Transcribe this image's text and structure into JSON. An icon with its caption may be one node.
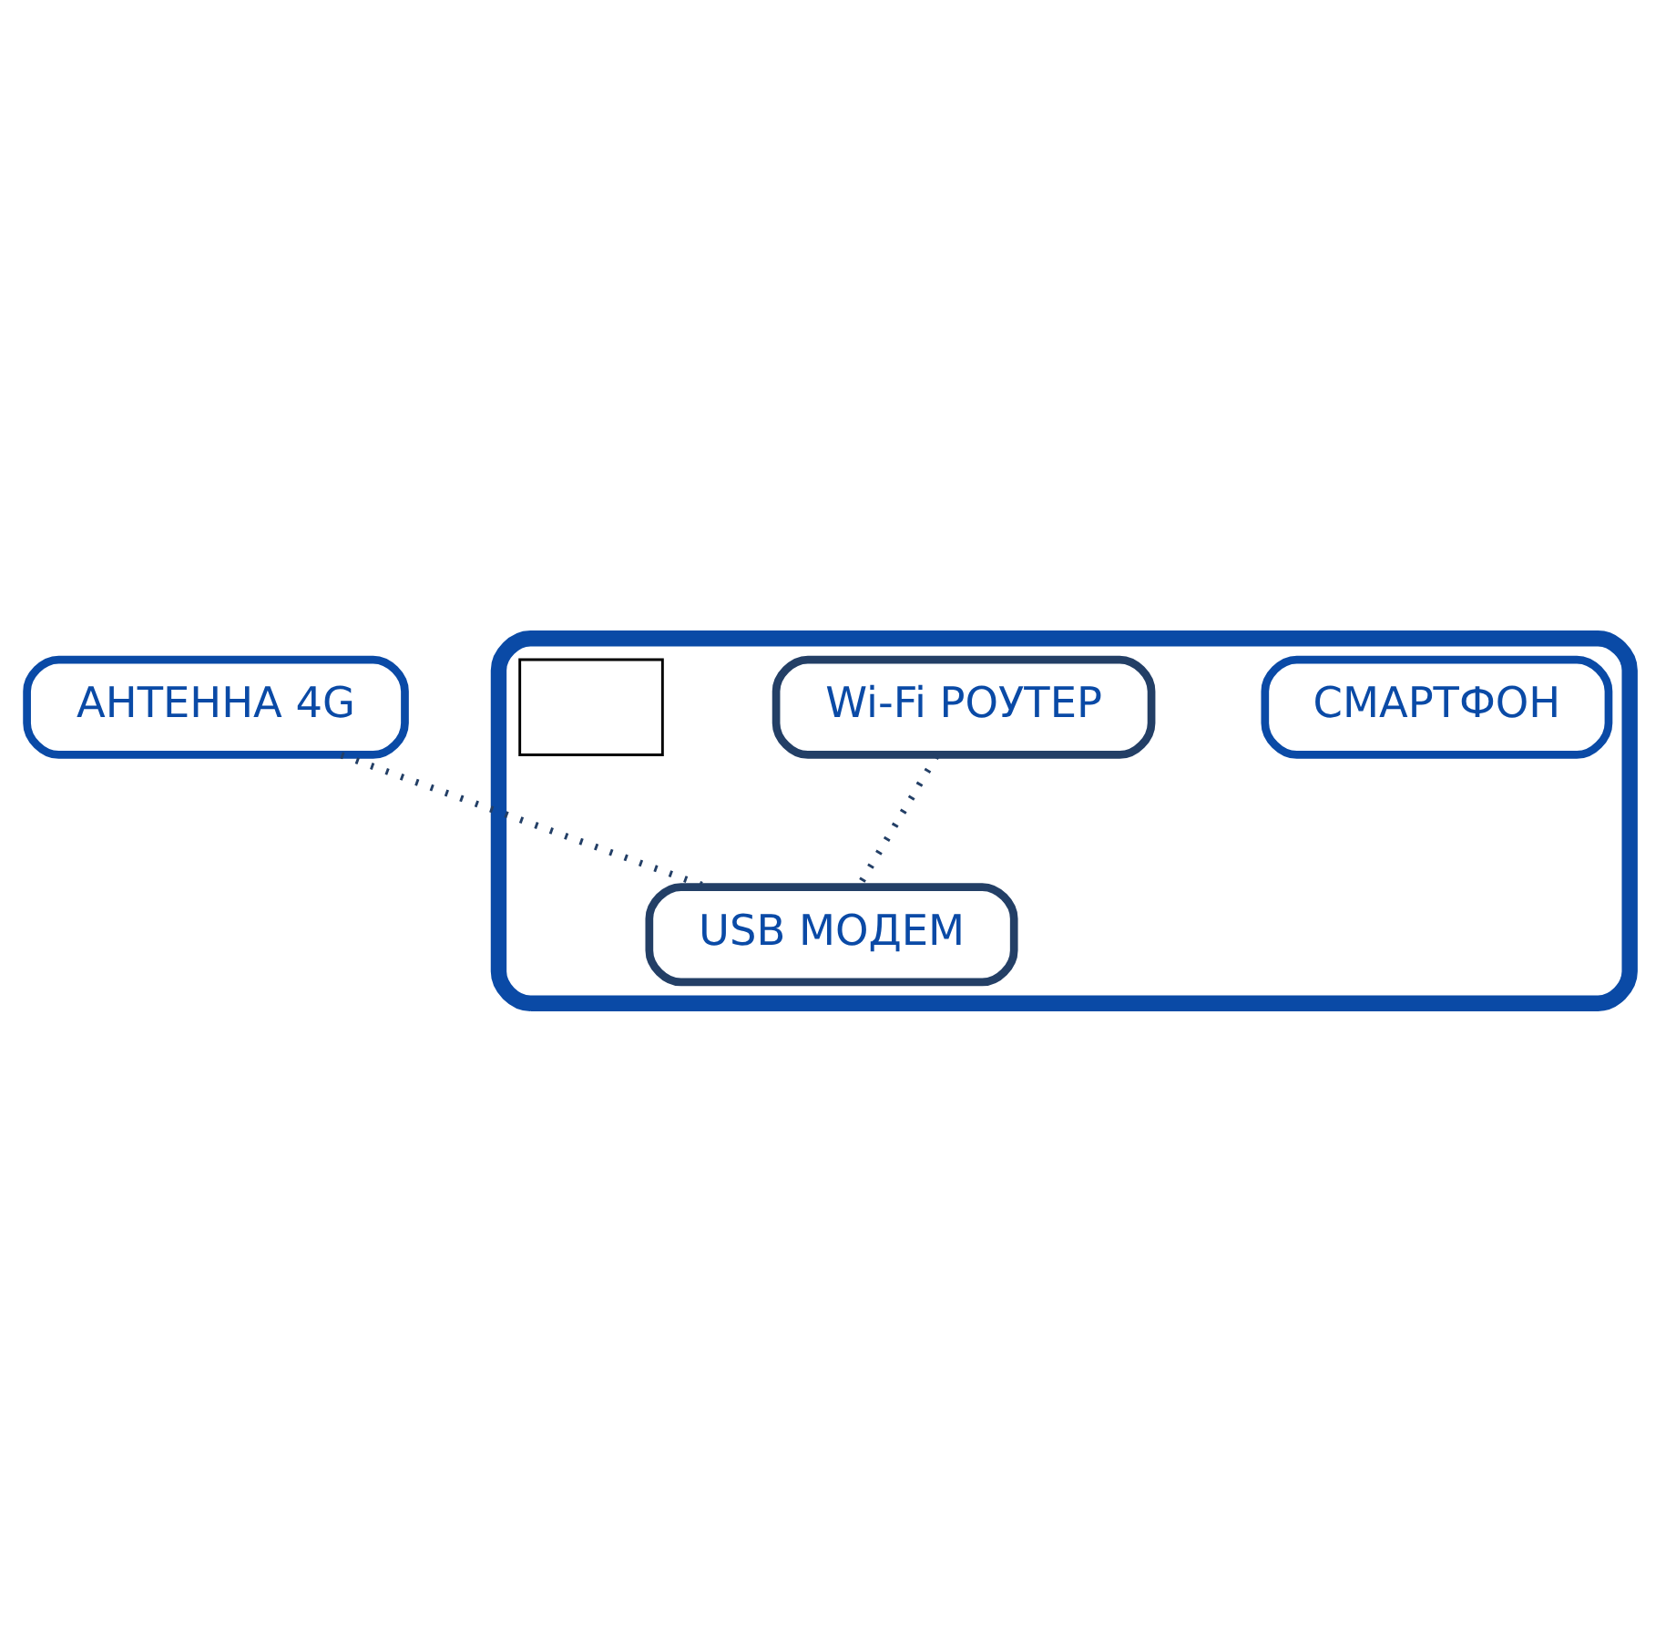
{
  "diagram": {
    "nodes": [
      {
        "text": [
          "АНТЕННА 4G"
        ]
      },
      {
        "text": [],
        "shape": "house"
      },
      {
        "text": [
          "СМАРТФОН"
        ],
        "in": 1
      },
      {
        "text": [
          "Wi-Fi РОУТЕР"
        ],
        "in": 1
      },
      {
        "text": [],
        "shape": "box",
        "in": 1
      },
      {
        "text": [
          "USB МОДЕМ"
        ],
        "in": 1
      }
    ],
    "edges": [
      {
        "from": 0,
        "to": 5,
        "arrow": "none",
        "style": "dashed"
      },
      {
        "from": 3,
        "to": 5,
        "arrow": "none",
        "style": "dashed"
      }
    ]
  }
}
